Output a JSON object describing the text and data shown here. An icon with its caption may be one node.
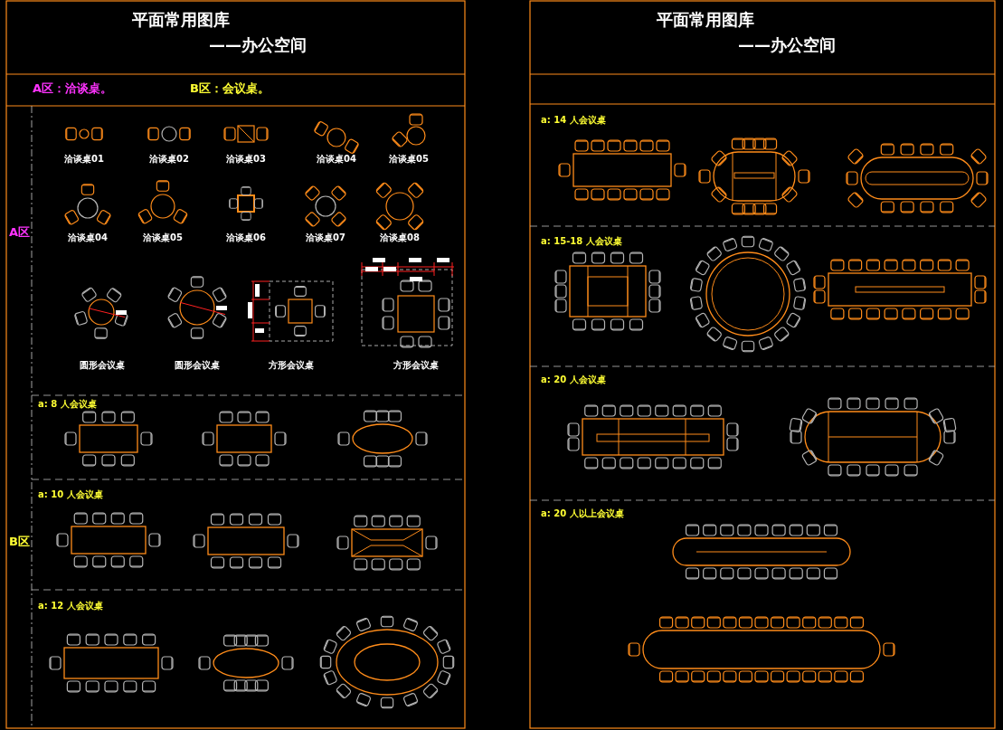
{
  "diagram": {
    "labels": [
      "平面常用图库",
      "——办公空间",
      "A区：洽谈桌。",
      "B区：会议桌。",
      "洽谈桌01",
      "洽谈桌02",
      "洽谈桌03",
      "洽谈桌04",
      "洽谈桌05",
      "A区",
      "洽谈桌04",
      "洽谈桌05",
      "洽谈桌06",
      "洽谈桌07",
      "洽谈桌08",
      "圆形会议桌",
      "圆形会议桌",
      "方形会议桌",
      "方形会议桌",
      "a: 8 人会议桌",
      "a: 10 人会议桌",
      "B区",
      "a: 12 人会议桌",
      "平面常用图库",
      "——办公空间",
      "a: 14 人会议桌",
      "a: 15-18 人会议桌",
      "a: 20 人会议桌",
      "a: 20 人以上会议桌"
    ]
  }
}
